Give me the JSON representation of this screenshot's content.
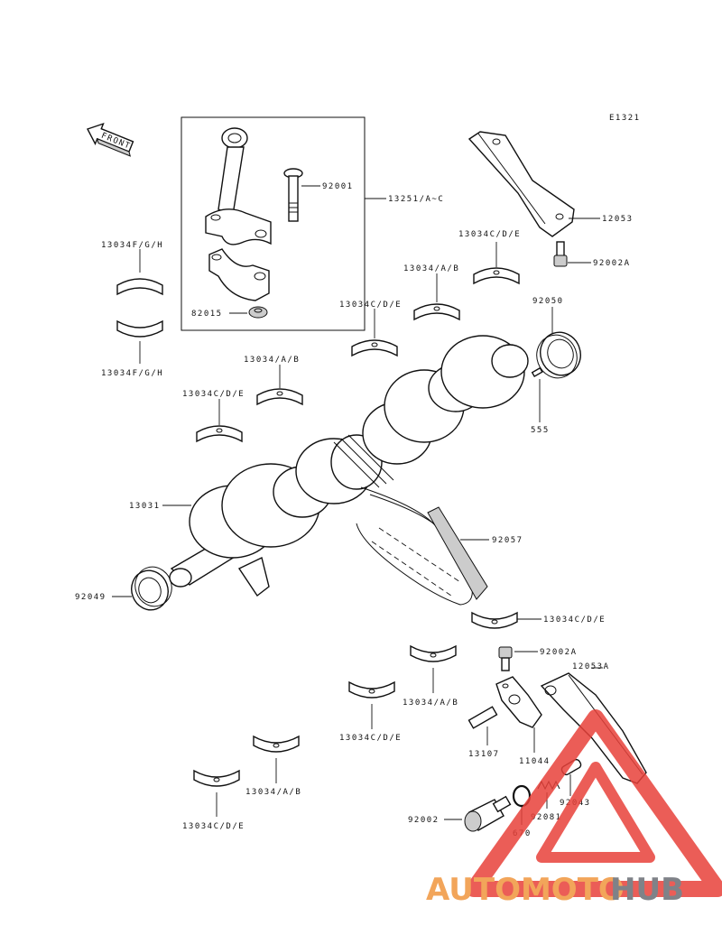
{
  "diagram_id": "E1321",
  "front_label": "FRONT",
  "parts": {
    "p92001": "92001",
    "p13251": "13251/A~C",
    "p82015": "82015",
    "p12053": "12053",
    "p92002A_top": "92002A",
    "p13034CDE_a": "13034C/D/E",
    "p13034AB_a": "13034/A/B",
    "p92050": "92050",
    "p13034CDE_b": "13034C/D/E",
    "p13034FGH_top": "13034F/G/H",
    "p13034FGH_bot": "13034F/G/H",
    "p13034AB_b": "13034/A/B",
    "p13034CDE_c": "13034C/D/E",
    "p555": "555",
    "p13031": "13031",
    "p92057": "92057",
    "p92049": "92049",
    "p13034CDE_d": "13034C/D/E",
    "p92002A_bot": "92002A",
    "p12053A": "12053A",
    "p13034AB_c": "13034/A/B",
    "p13034CDE_e": "13034C/D/E",
    "p13107": "13107",
    "p11044": "11044",
    "p92043": "92043",
    "p13034AB_d": "13034/A/B",
    "p13034CDE_f": "13034C/D/E",
    "p92002": "92002",
    "p92081": "92081",
    "p670": "670"
  },
  "watermark": {
    "brand_a": "AUTOMOTO",
    "brand_b": "HUB",
    "color_a": "#f2a55a",
    "color_b": "#7f8288",
    "logo_color": "#e8413a"
  }
}
